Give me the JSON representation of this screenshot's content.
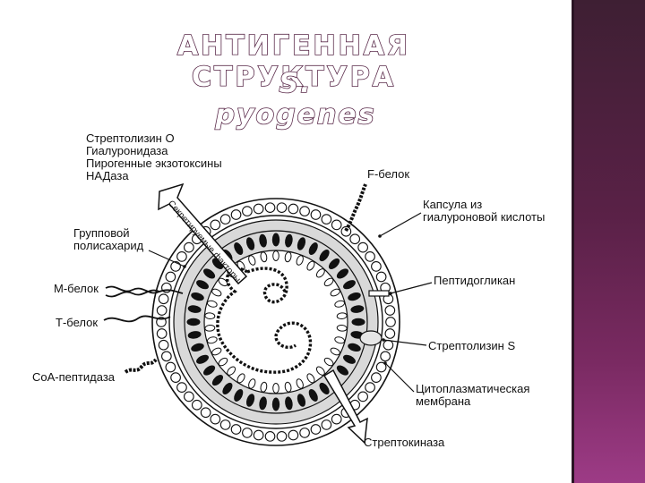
{
  "slide": {
    "title": "АНТИГЕННАЯ СТРУКТУРА",
    "subtitle": "S. pyogenes"
  },
  "diagram": {
    "labels": {
      "secreted_products": [
        "Стрептолизин О",
        "Гиалуронидаза",
        "Пирогенные экзотоксины",
        "НАДаза"
      ],
      "f_protein": "F-белок",
      "capsule": [
        "Капсула из",
        "гиалуроновой кислоты"
      ],
      "group_polysaccharide": [
        "Групповой",
        "полисахарид"
      ],
      "peptidoglycan": "Пептидогликан",
      "m_protein": "М-белок",
      "t_protein": "Т-белок",
      "streptolysin_s": "Стрептолизин S",
      "coa_peptidase": "СоА-пептидаза",
      "cytoplasmic_membrane": [
        "Цитоплазматическая",
        "мембрана"
      ],
      "streptokinase": "Стрептокиназа",
      "arrow_text": "Секретируемые факторы"
    }
  },
  "colors": {
    "sidebar_top": "#3e1f33",
    "sidebar_bottom": "#9d3b86",
    "title_outline": "#5a2a4a",
    "ink": "#111111"
  }
}
